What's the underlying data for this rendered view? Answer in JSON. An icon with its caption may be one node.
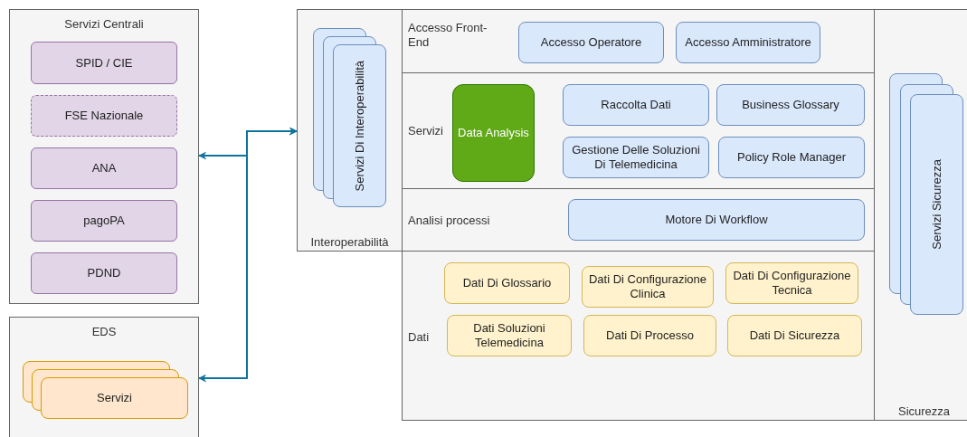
{
  "diagram": {
    "nodes": [
      {
        "text": [
          "Servizi Centrali"
        ]
      },
      {
        "text": [
          "SPID / CIE"
        ],
        "in": 0
      },
      {
        "text": [
          "FSE Nazionale"
        ],
        "in": 0
      },
      {
        "text": [
          "ANA"
        ],
        "in": 0
      },
      {
        "text": [
          "pagoPA"
        ],
        "in": 0
      },
      {
        "text": [
          "PDND"
        ],
        "in": 0
      },
      {
        "text": [
          "EDS"
        ]
      },
      {
        "text": [
          "Servizi"
        ],
        "in": 6
      },
      {
        "text": [
          "Interoperabilità"
        ]
      },
      {
        "text": [
          "Servizi Di Interoperabilità"
        ],
        "in": 8
      },
      {
        "text": [
          "Accesso Front-End"
        ]
      },
      {
        "text": [
          "Accesso Operatore"
        ],
        "in": 10
      },
      {
        "text": [
          "Accesso Amministratore"
        ],
        "in": 10
      },
      {
        "text": [
          "Servizi"
        ]
      },
      {
        "text": [
          "Data Analysis"
        ],
        "in": 13
      },
      {
        "text": [
          "Raccolta Dati"
        ],
        "in": 13
      },
      {
        "text": [
          "Business Glossary"
        ],
        "in": 13
      },
      {
        "text": [
          "Gestione Delle Soluzioni Di Telemedicina"
        ],
        "in": 13
      },
      {
        "text": [
          "Policy Role Manager"
        ],
        "in": 13
      },
      {
        "text": [
          "Analisi processi"
        ]
      },
      {
        "text": [
          "Motore Di Workflow"
        ],
        "in": 19
      },
      {
        "text": [
          "Dati"
        ]
      },
      {
        "text": [
          "Dati Di Glossario"
        ],
        "in": 21
      },
      {
        "text": [
          "Dati Di Configurazione Clinica"
        ],
        "in": 21
      },
      {
        "text": [
          "Dati Di Configurazione Tecnica"
        ],
        "in": 21
      },
      {
        "text": [
          "Dati Soluzioni Telemedicina"
        ],
        "in": 21
      },
      {
        "text": [
          "Dati Di Processo"
        ],
        "in": 21
      },
      {
        "text": [
          "Dati Di Sicurezza"
        ],
        "in": 21
      },
      {
        "text": [
          "Sicurezza"
        ]
      },
      {
        "text": [
          "Servizi Sicurezza"
        ],
        "in": 28
      }
    ],
    "edges": [
      {
        "from": 8,
        "to": 0,
        "arrow": "both"
      },
      {
        "from": 8,
        "to": 6,
        "arrow": "both"
      }
    ]
  }
}
